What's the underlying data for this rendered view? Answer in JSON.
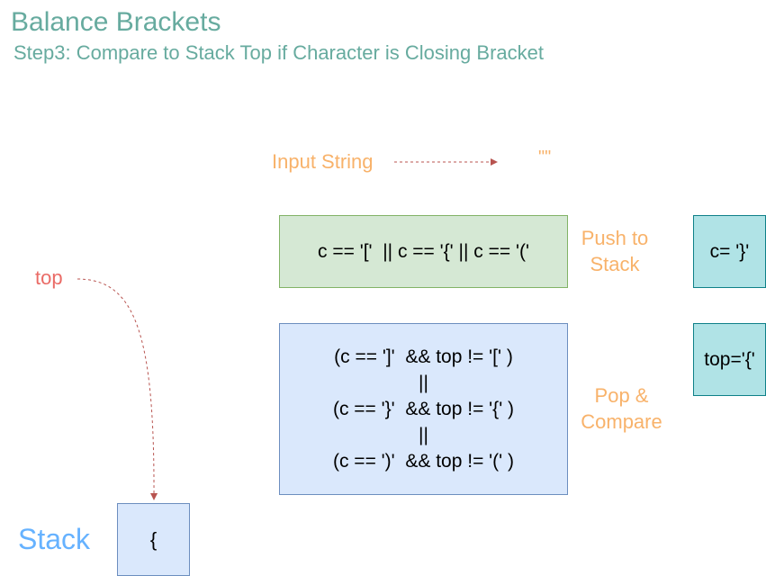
{
  "title": "Balance Brackets",
  "subtitle": "Step3: Compare to Stack Top if Character is Closing Bracket",
  "input": {
    "label": "Input String",
    "value": "\"\""
  },
  "push_condition": "c == '['  || c == '{' || c == '('",
  "push_label_lines": [
    "Push to",
    "Stack"
  ],
  "pop_condition_lines": [
    "(c == ']'  && top != '[' )",
    "||",
    "(c == '}'  && top != '{' )",
    "||",
    "(c == ')'  && top != '(' )"
  ],
  "pop_label_lines": [
    "Pop &",
    "Compare"
  ],
  "current_char": "c= '}'",
  "current_top": "top='{'",
  "top_pointer_label": "top",
  "stack": {
    "label": "Stack",
    "items": [
      "{"
    ]
  },
  "colors": {
    "title": "#67AB9F",
    "orange": "#F8B26A",
    "red": "#EA6B66",
    "arrow": "#B85450",
    "blue_label": "#66B2FF",
    "green_fill": "#D5E8D4",
    "blue_fill": "#DAE8FC",
    "teal_fill": "#B0E3E6"
  }
}
